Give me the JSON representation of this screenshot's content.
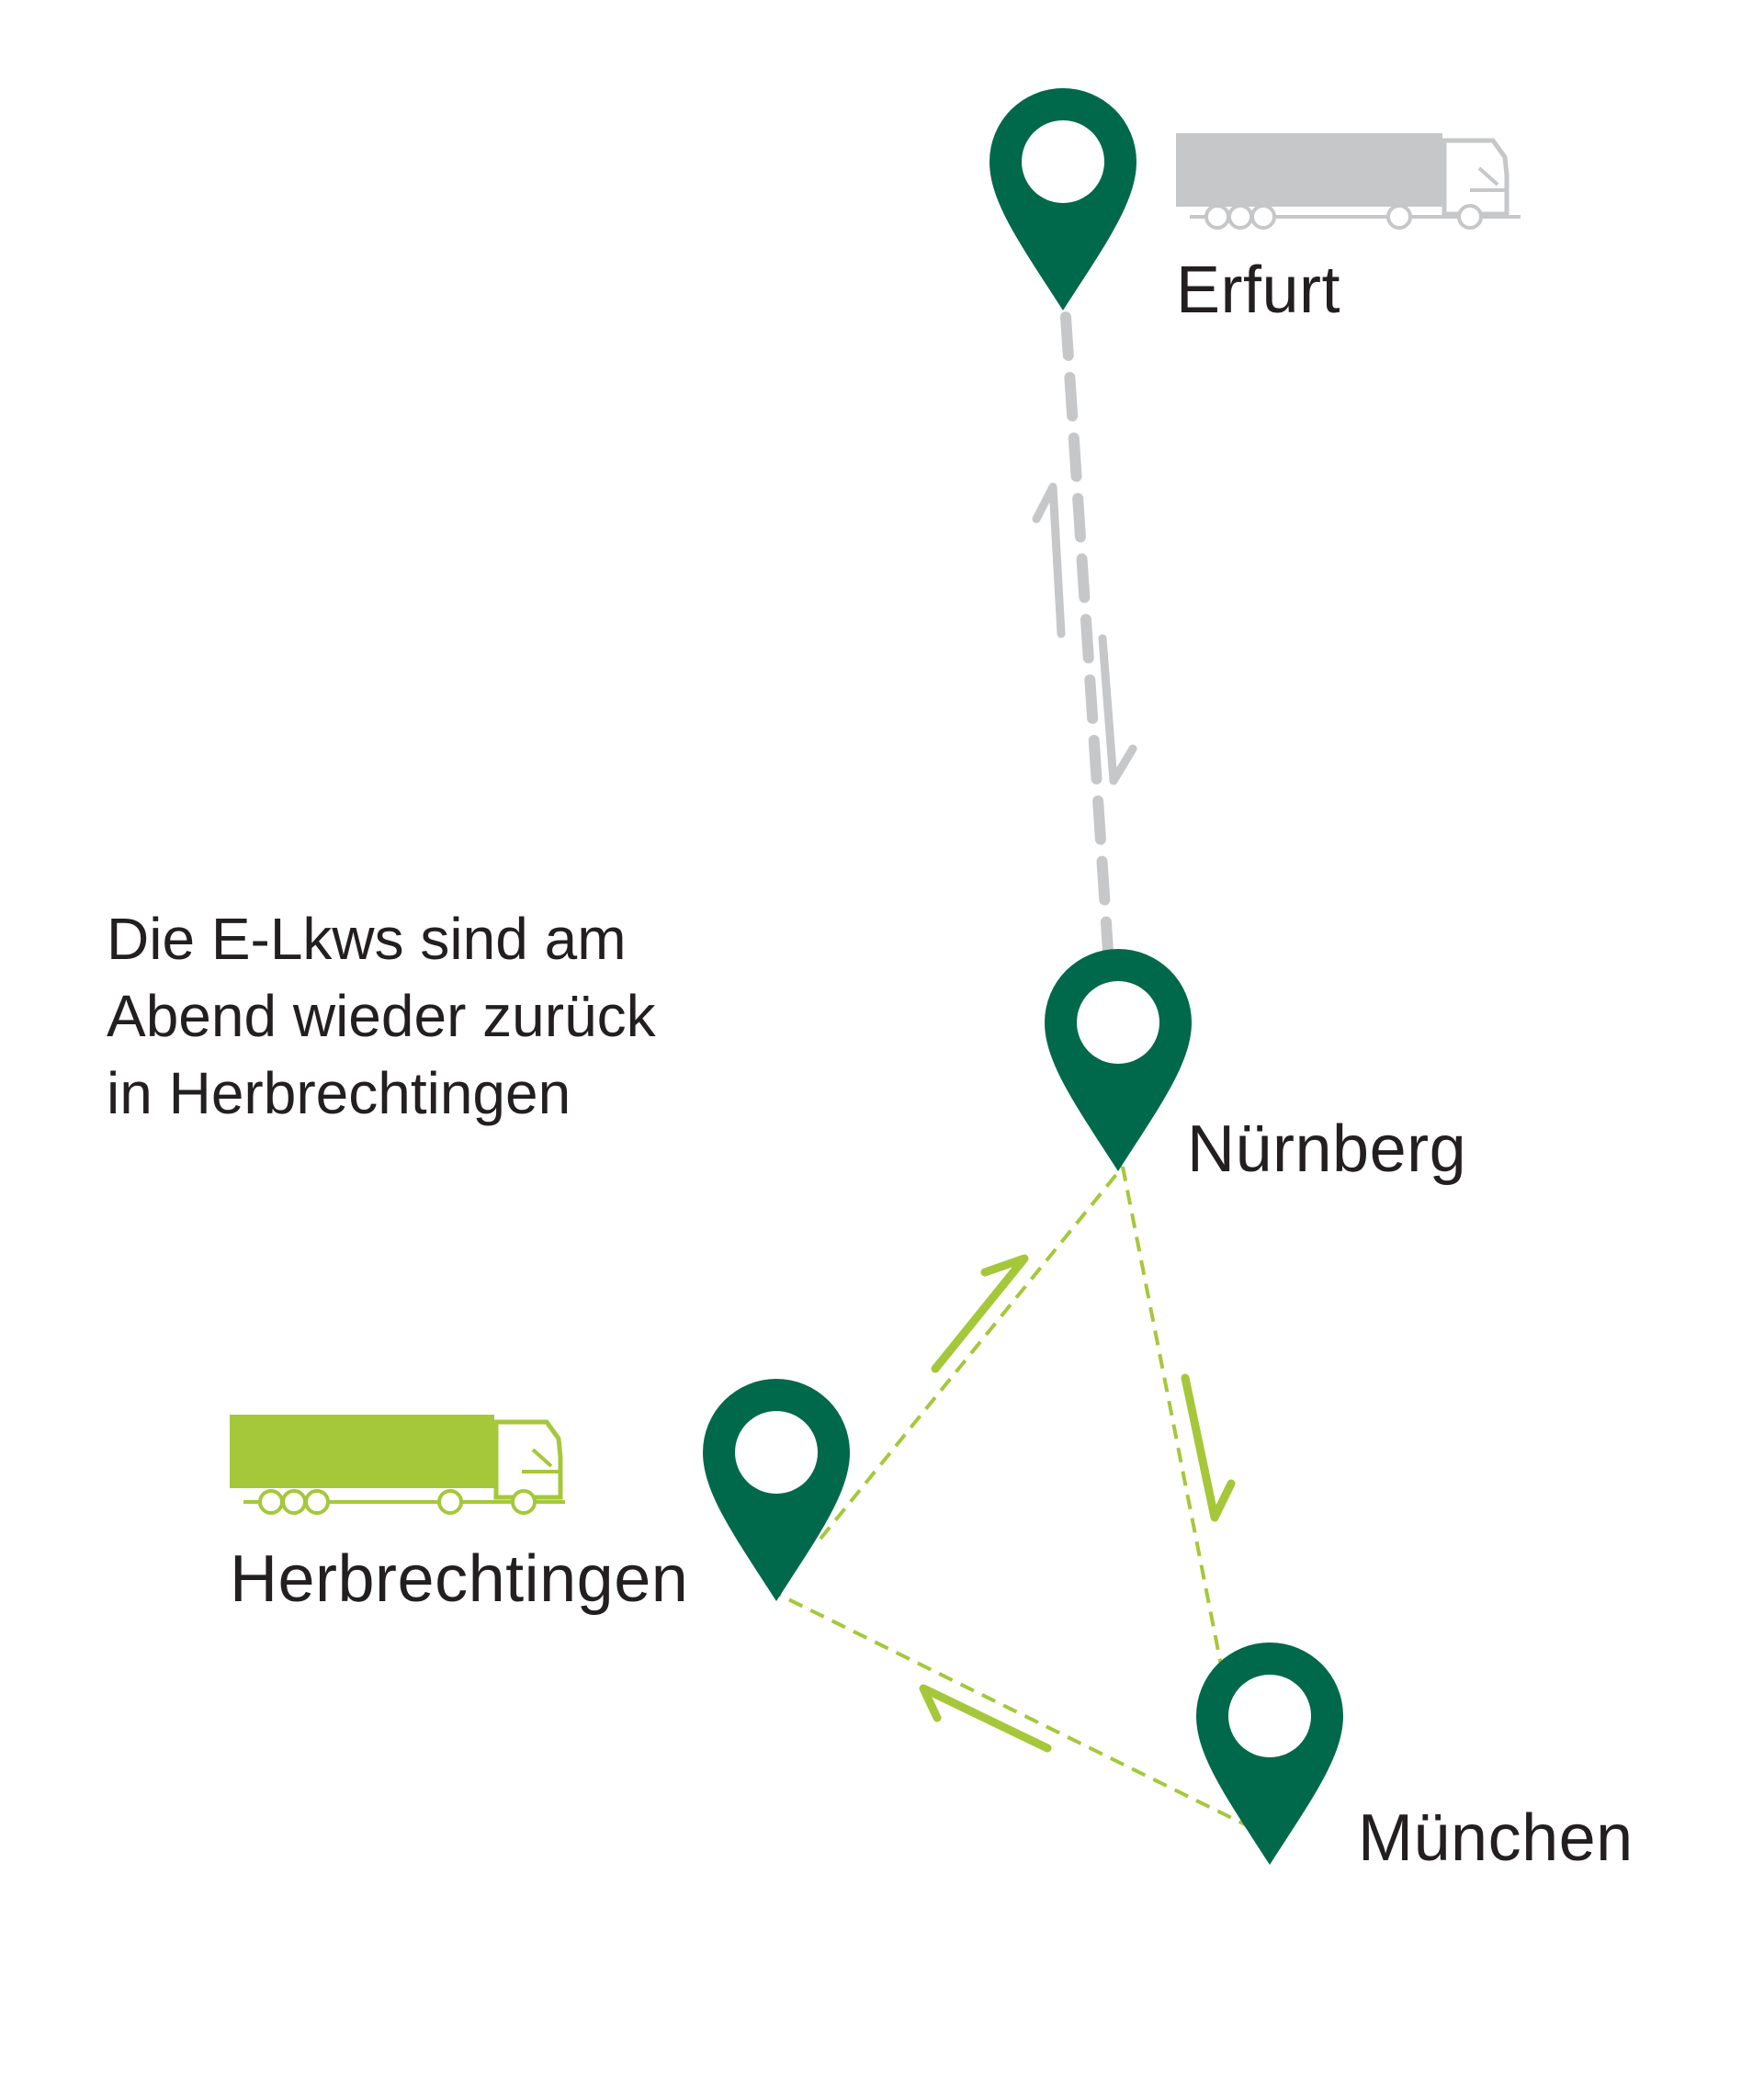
{
  "cities": {
    "erfurt": "Erfurt",
    "nuernberg": "Nürnberg",
    "herbrechtingen": "Herbrechtingen",
    "muenchen": "München"
  },
  "caption": {
    "line1": "Die E-Lkws sind am",
    "line2": "Abend wieder zurück",
    "line3": "in Herbrechtingen"
  },
  "colors": {
    "pin": "#00694b",
    "route_active": "#a5c83a",
    "route_inactive": "#c6c7c9",
    "truck_active": "#a5c83a",
    "truck_inactive": "#c6c7c9",
    "text": "#231f20"
  },
  "icons": {
    "pin": "map-pin-icon",
    "truck": "truck-icon",
    "arrow": "direction-arrow-icon"
  }
}
